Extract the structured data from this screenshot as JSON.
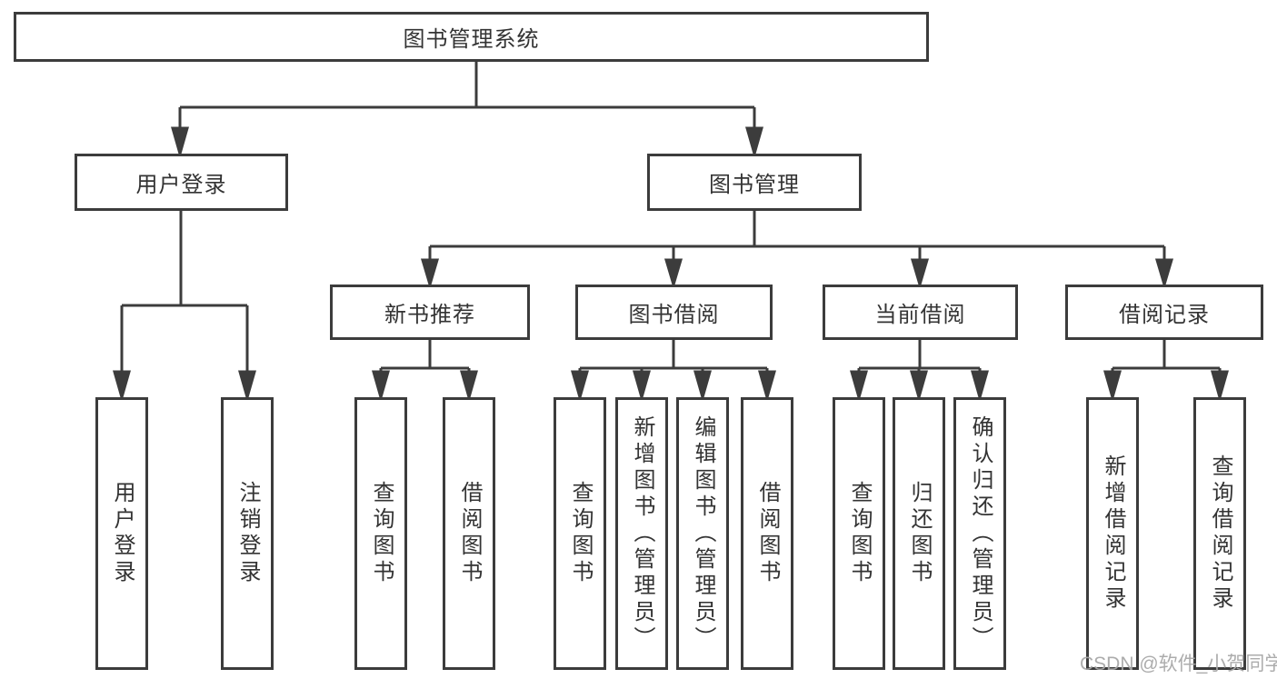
{
  "diagram": {
    "root": {
      "label": "图书管理系统"
    },
    "branches": [
      {
        "label": "用户登录",
        "children": [
          {
            "label": "用户登录"
          },
          {
            "label": "注销登录"
          }
        ]
      },
      {
        "label": "图书管理",
        "sections": [
          {
            "label": "新书推荐",
            "children": [
              {
                "label": "查询图书"
              },
              {
                "label": "借阅图书"
              }
            ]
          },
          {
            "label": "图书借阅",
            "children": [
              {
                "label": "查询图书"
              },
              {
                "label": "新增图书（管理员）"
              },
              {
                "label": "编辑图书（管理员）"
              },
              {
                "label": "借阅图书"
              }
            ]
          },
          {
            "label": "当前借阅",
            "children": [
              {
                "label": "查询图书"
              },
              {
                "label": "归还图书"
              },
              {
                "label": "确认归还（管理员）"
              }
            ]
          },
          {
            "label": "借阅记录",
            "children": [
              {
                "label": "新增借阅记录"
              },
              {
                "label": "查询借阅记录"
              }
            ]
          }
        ]
      }
    ]
  },
  "watermark": {
    "text": "CSDN @软件_小贺同学"
  },
  "colors": {
    "line": "#3c3c3c",
    "text": "#333333",
    "background": "#ffffff",
    "watermark": "#a8a8a8"
  }
}
